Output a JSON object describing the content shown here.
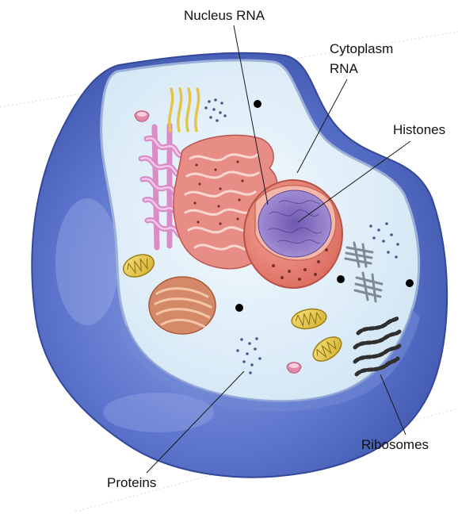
{
  "labels": {
    "nucleus_rna": "Nucleus RNA",
    "cytoplasm_rna_line1": "Cytoplasm",
    "cytoplasm_rna_line2": "RNA",
    "histones": "Histones",
    "ribosomes": "Ribosomes",
    "proteins": "Proteins"
  },
  "colors": {
    "membrane_outer": "#5a71c8",
    "membrane_dark": "#3e55ab",
    "cytoplasm": "#ddeef8",
    "nucleus": "#e98376",
    "nucleolus": "#8a74bf",
    "er_rough": "#f0a0a0",
    "golgi": "#d2876a",
    "mitochondria": "#e3c44a",
    "smooth_er": "#e8a0d6"
  }
}
